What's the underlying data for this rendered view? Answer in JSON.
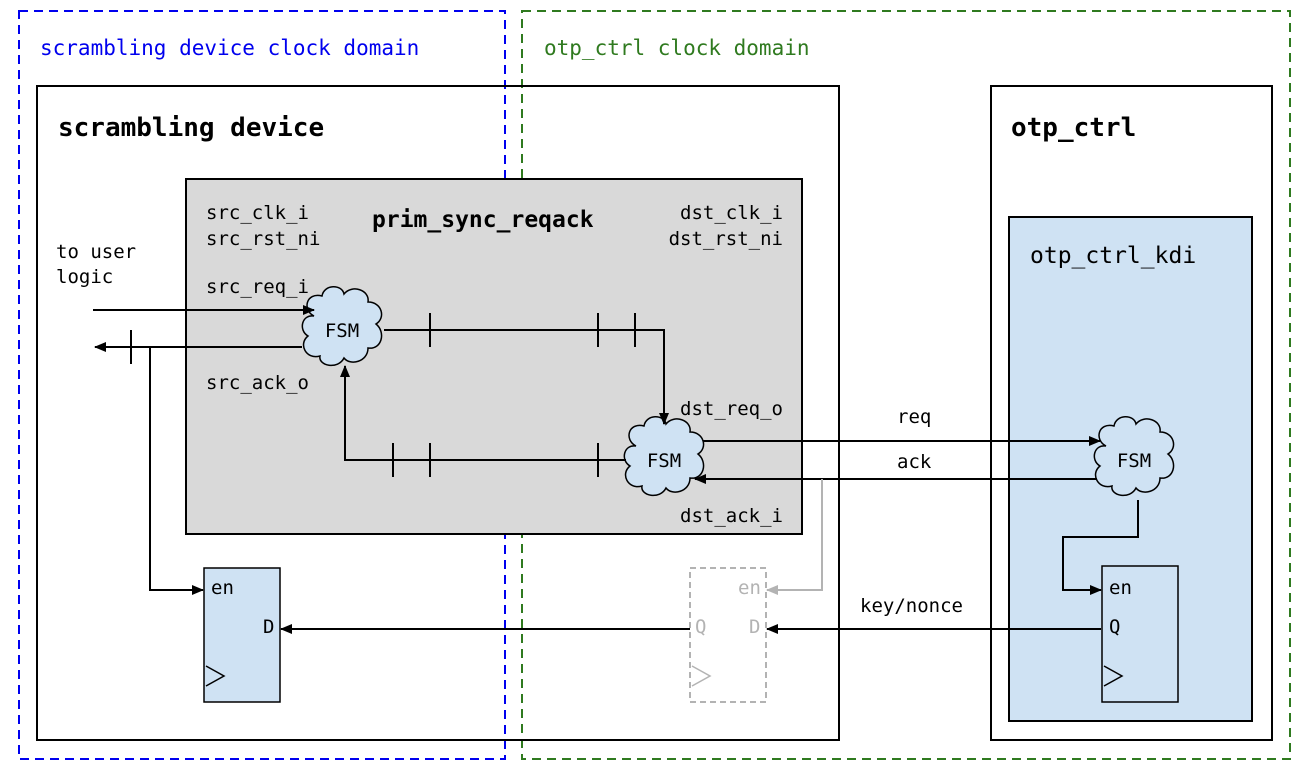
{
  "domains": {
    "scrambling": {
      "label": "scrambling device clock domain",
      "color": "#0000ee"
    },
    "otp": {
      "label": "otp_ctrl clock domain",
      "color": "#2f7a1f"
    }
  },
  "blocks": {
    "scrambling_device": {
      "title": "scrambling device"
    },
    "otp_ctrl": {
      "title": "otp_ctrl"
    },
    "otp_ctrl_kdi": {
      "title": "otp_ctrl_kdi",
      "fill": "#cfe2f3"
    },
    "prim_sync_reqack": {
      "title": "prim_sync_reqack",
      "fill": "#d9d9d9",
      "src_clk": "src_clk_i",
      "src_rst": "src_rst_ni",
      "dst_clk": "dst_clk_i",
      "dst_rst": "dst_rst_ni",
      "src_req": "src_req_i",
      "src_ack": "src_ack_o",
      "dst_req": "dst_req_o",
      "dst_ack": "dst_ack_i"
    }
  },
  "fsm_label": "FSM",
  "user_logic_label_1": "to user",
  "user_logic_label_2": "logic",
  "signals": {
    "req": "req",
    "ack": "ack",
    "key_nonce": "key/nonce"
  },
  "flops": {
    "left": {
      "en": "en",
      "d": "D"
    },
    "mid": {
      "en": "en",
      "q": "Q",
      "d": "D"
    },
    "right": {
      "en": "en",
      "q": "Q"
    }
  }
}
